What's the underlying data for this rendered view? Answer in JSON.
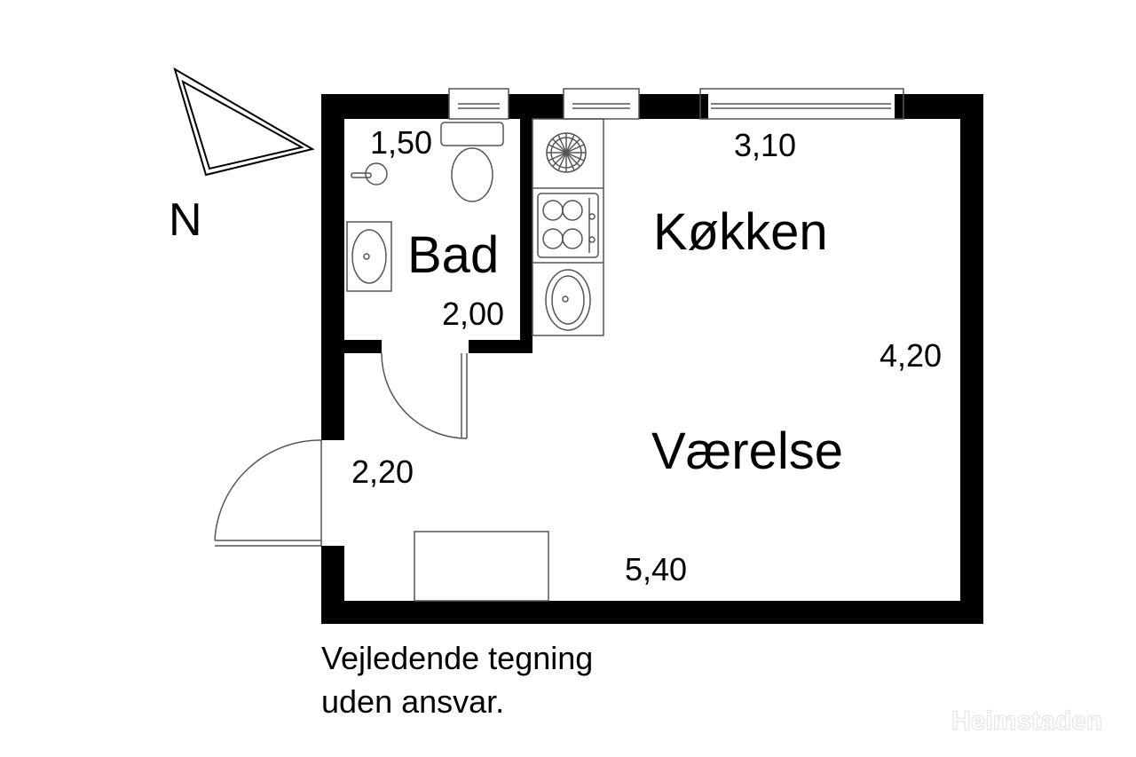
{
  "rooms": {
    "bath": "Bad",
    "kitchen": "Køkken",
    "living": "Værelse"
  },
  "dimensions": {
    "bath_width": "1,50",
    "bath_length": "2,00",
    "kitchen_width": "3,10",
    "main_length": "4,20",
    "entry_width": "2,20",
    "main_width": "5,40"
  },
  "compass": {
    "label": "N",
    "icon": "north-arrow-icon"
  },
  "note": {
    "line1": "Vejledende tegning",
    "line2": "uden ansvar."
  },
  "watermark": "Heimstaden",
  "colors": {
    "wall": "#000000",
    "line": "#555555",
    "background": "#ffffff"
  }
}
